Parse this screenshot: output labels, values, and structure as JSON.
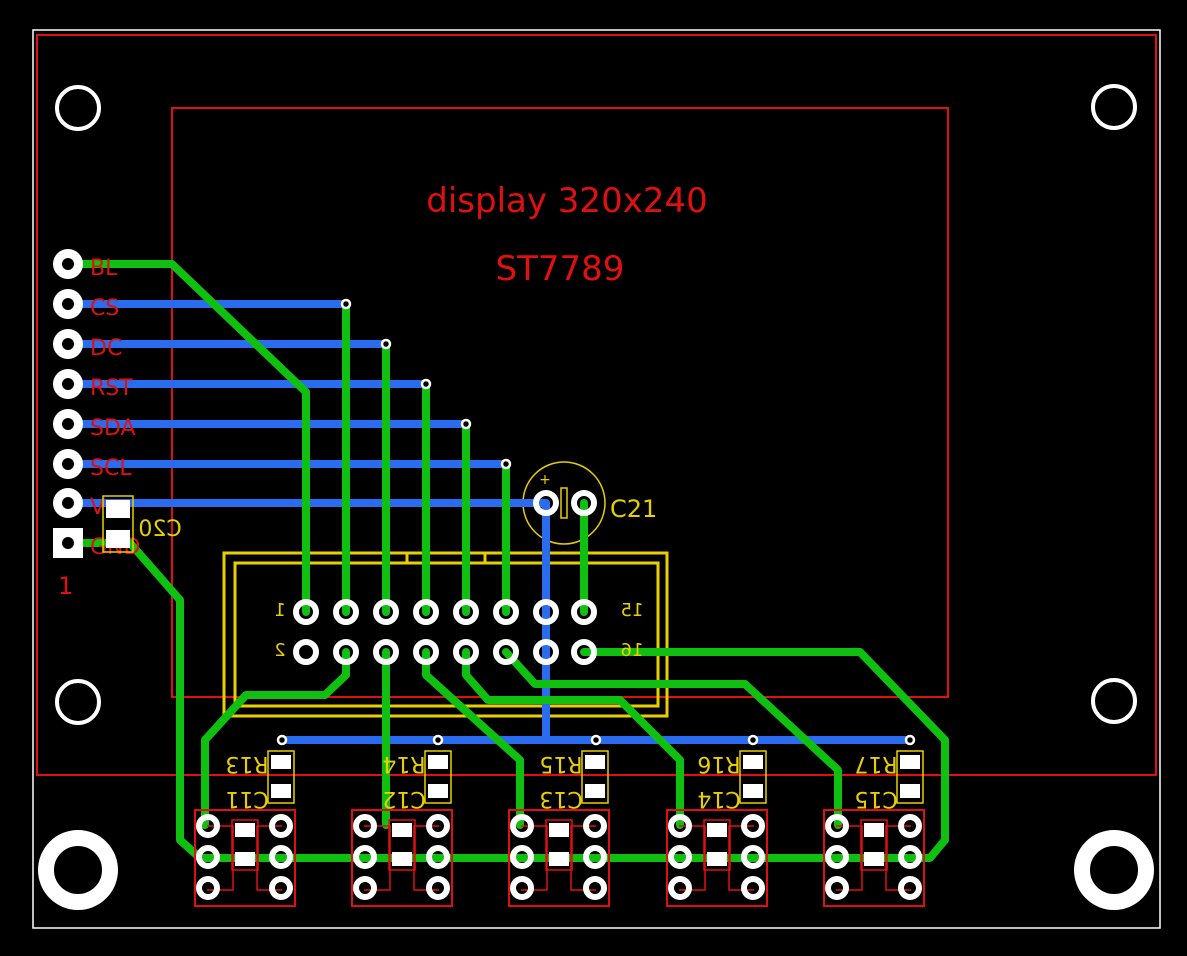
{
  "display": {
    "title": "display 320x240",
    "controller": "ST7789"
  },
  "header_pins": [
    "BL",
    "CS",
    "DC",
    "RST",
    "SDA",
    "SCL",
    "Vcc",
    "GND"
  ],
  "pin1_marker": "1",
  "connector": {
    "pin_1": "1",
    "pin_2": "2",
    "pin_15": "15",
    "pin_16": "16"
  },
  "components": {
    "c20": "C20",
    "c21": "C21",
    "c21_polarity": "+",
    "resistors": [
      "R13",
      "R14",
      "R15",
      "R16",
      "R17"
    ],
    "capacitors": [
      "C11",
      "C12",
      "C13",
      "C14",
      "C15"
    ]
  },
  "colors": {
    "background": "#000000",
    "outline": "#ffffff",
    "silk_red": "#e01010",
    "silk_yellow": "#e8d000",
    "trace_green": "#10c010",
    "trace_blue": "#2a6cf0"
  }
}
